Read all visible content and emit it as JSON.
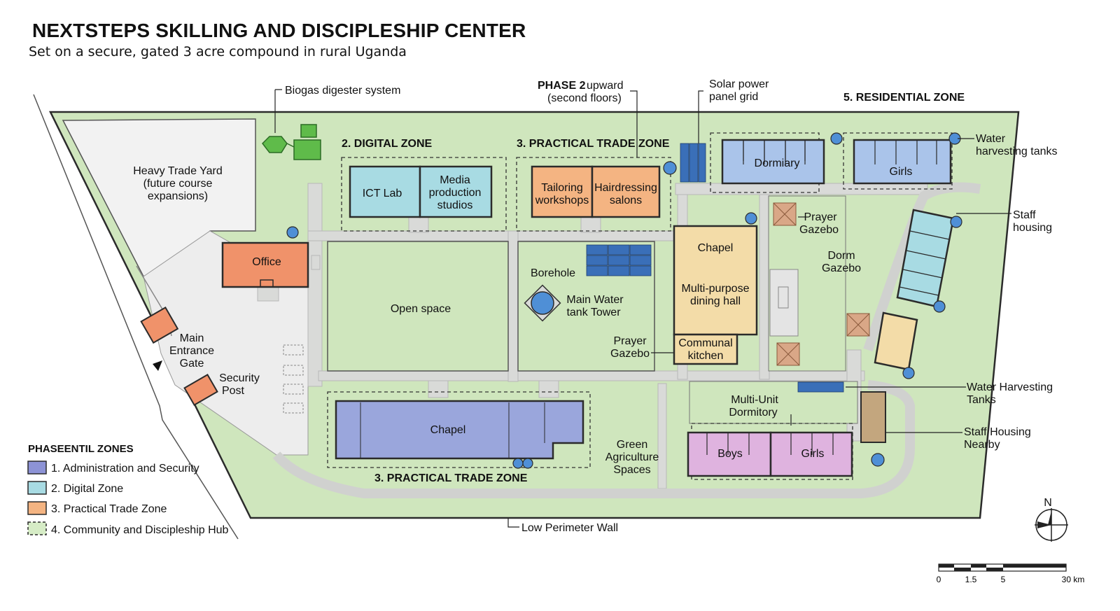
{
  "title": "NEXTSTEPS SKILLING AND DISCIPLESHIP CENTER",
  "subtitle": "Set on a secure, gated 3 acre compound in rural Uganda",
  "colors": {
    "land": "#cfe6bd",
    "land_dark": "#c2dcae",
    "path": "#d9dad8",
    "admin": "#9aa6dc",
    "digital": "#a8dbe3",
    "trade": "#f4b482",
    "hub": "#f3dca8",
    "dorm_blue": "#aac4ea",
    "dorm_pink": "#dfb3df",
    "office": "#f0926a",
    "outline": "#2b2b2b",
    "water": "#4f8fd6",
    "solar": "#3a6fb8"
  },
  "callouts": {
    "biogas": "Biogas digester system",
    "phase2_bold": "PHASE 2",
    "phase2_rest": "upward",
    "phase2_line2": "(second floors)",
    "solar_line1": "Solar power",
    "solar_line2": "panel grid",
    "residential_zone": "5. RESIDENTIAL ZONE",
    "water_tanks_line1": "Water",
    "water_tanks_line2": "harvesting tanks",
    "staff_housing_line1": "Staff",
    "staff_housing_line2": "housing",
    "water_harvesting_line1": "Water Harvesting",
    "water_harvesting_line2": "Tanks",
    "staff_nearby_line1": "Staff Housing",
    "staff_nearby_line2": "Nearby",
    "perimeter": "Low Perimeter Wall"
  },
  "zones": {
    "digital": "2. DIGITAL ZONE",
    "practical_top": "3. PRACTICAL TRADE ZONE",
    "practical_bottom": "3. PRACTICAL TRADE ZONE"
  },
  "places": {
    "heavy_trade_line1": "Heavy Trade Yard",
    "heavy_trade_line2": "(future course",
    "heavy_trade_line3": "expansions)",
    "ict_lab": "ICT Lab",
    "media_line1": "Media",
    "media_line2": "production",
    "media_line3": "studios",
    "tailoring_line1": "Tailoring",
    "tailoring_line2": "workshops",
    "hairdressing_line1": "Hairdressing",
    "hairdressing_line2": "salons",
    "dormitory": "Dormiary",
    "girls_top": "Girls",
    "office": "Office",
    "open_space": "Open space",
    "borehole": "Borehole",
    "water_tower_line1": "Main Water",
    "water_tower_line2": "tank Tower",
    "chapel_hub": "Chapel",
    "dining_line1": "Multi-purpose",
    "dining_line2": "dining hall",
    "kitchen_line1": "Communal",
    "kitchen_line2": "kitchen",
    "prayer_gazebo_top_line1": "Prayer",
    "prayer_gazebo_top_line2": "Gazebo",
    "dorm_gazebo_line1": "Dorm",
    "dorm_gazebo_line2": "Gazebo",
    "prayer_gazebo_left_line1": "Prayer",
    "prayer_gazebo_left_line2": "Gazebo",
    "gate_line1": "Main",
    "gate_line2": "Entrance",
    "gate_line3": "Gate",
    "security_line1": "Security",
    "security_line2": "Post",
    "chapel_main": "Chapel",
    "green_line1": "Green",
    "green_line2": "Agriculture",
    "green_line3": "Spaces",
    "multi_unit_line1": "Multi-Unit",
    "multi_unit_line2": "Dormitory",
    "boys": "Boys",
    "girls_bottom": "Girls"
  },
  "legend": {
    "title": "PHASEENTIL ZONES",
    "items": [
      {
        "label": "1. Administration and Security",
        "color": "#8d93d6"
      },
      {
        "label": "2. Digital Zone",
        "color": "#a8dbe3"
      },
      {
        "label": "3. Practical Trade Zone",
        "color": "#f4b482"
      },
      {
        "label": "4. Community and Discipleship Hub",
        "color": "#d6ecc6"
      }
    ]
  },
  "compass": {
    "north": "N"
  },
  "scale": {
    "labels": [
      "0",
      "1.5",
      "5",
      "30 km"
    ]
  }
}
